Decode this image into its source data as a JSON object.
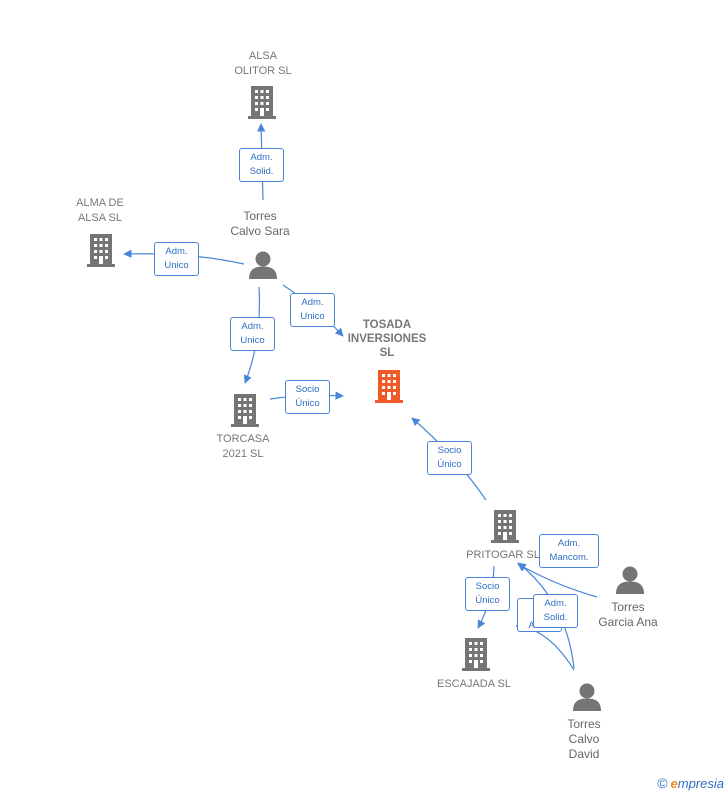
{
  "colors": {
    "company": "#757575",
    "focal_company": "#f05a28",
    "person": "#757575",
    "edge": "#4a86d8",
    "label": "#777777"
  },
  "nodes": {
    "alsa_olitor": {
      "label": "ALSA\nOLITOR SL",
      "icon": "building-icon"
    },
    "alma_de_alsa": {
      "label": "ALMA DE\nALSA  SL",
      "icon": "building-icon"
    },
    "torres_calvo_sara": {
      "label": "Torres\nCalvo Sara",
      "icon": "person-icon"
    },
    "tosada": {
      "label": "TOSADA\nINVERSIONES\nSL",
      "icon": "building-icon"
    },
    "torcasa": {
      "label": "TORCASA\n2021  SL",
      "icon": "building-icon"
    },
    "pritogar": {
      "label": "PRITOGAR SL",
      "icon": "building-icon"
    },
    "torres_garcia_ana": {
      "label": "Torres\nGarcia Ana",
      "icon": "person-icon"
    },
    "escajada": {
      "label": "ESCAJADA  SL",
      "icon": "building-icon"
    },
    "torres_calvo_david": {
      "label": "Torres\nCalvo\nDavid",
      "icon": "person-icon"
    }
  },
  "edges": {
    "sara_alsa_olitor": "Adm.\nSolid.",
    "sara_alma": "Adm.\nUnico",
    "sara_tosada": "Adm.\nUnico",
    "sara_torcasa": "Adm.\nUnico",
    "torcasa_tosada": "Socio\nÚnico",
    "pritogar_tosada": "Socio\nÚnico",
    "ana_pritogar": "Adm.\nMancom.",
    "pritogar_escajada": "Socio\nÚnico",
    "david_escajada_hidden": "Adm.\nMancom.",
    "david_pritogar": "Adm.\nSolid."
  },
  "watermark": {
    "copyright": "©",
    "brand_initial": "e",
    "brand_rest": "mpresia"
  }
}
